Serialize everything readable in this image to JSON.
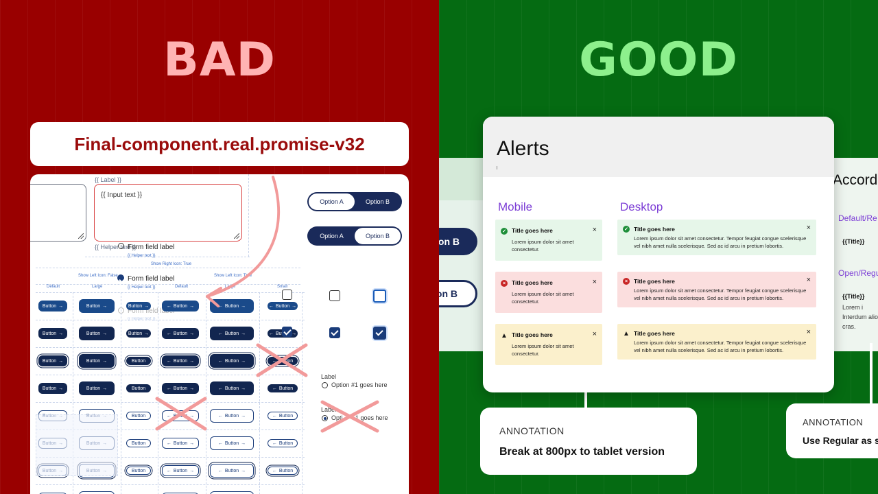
{
  "left": {
    "heading": "BAD",
    "filename": "Final-component.real.promise-v32",
    "label_tag": "{{ Label }}",
    "input_placeholder": "{{ Input text }}",
    "helper": "{{ Helper text }}",
    "form_field_label": "Form field label",
    "helper_small": "{{ Helper text }}",
    "show_right_icon": "Show Right Icon: True",
    "show_left_false": "Show Left Icon: False",
    "show_left_true": "Show Left Icon: True",
    "col_headers": [
      "Default",
      "Large",
      "Default",
      "Large",
      "Small"
    ],
    "segment_a": "Option A",
    "segment_b": "Option B",
    "radio_label": "Label",
    "radio_option": "Option #1 goes here",
    "radio_option_partial": "Opti",
    "radio_option_tail": "1 goes here",
    "button_label": "Button",
    "arrow_right": "→",
    "arrow_left": "←"
  },
  "right": {
    "heading": "GOOD",
    "card_title": "Alerts",
    "mobile_title": "Mobile",
    "desktop_title": "Desktop",
    "alert_title": "Title goes here",
    "mobile_body": "Lorem ipsum dolor sit amet consectetur.",
    "desktop_body": "Lorem ipsum dolor sit amet consectetur. Tempor feugiat congue scelerisque vel nibh amet nulla scelerisque. Sed ac id arcu in pretium lobortis.",
    "close": "×",
    "icon_success": "✓",
    "icon_error": "×",
    "icon_warning": "▲",
    "annotation_label": "ANNOTATION",
    "annotation_1": "Break at 800px to tablet version",
    "annotation_2": "Use Regular as st",
    "bg_pill": "on B",
    "accordion_title": "Accord",
    "accordion_sub1": "Default/Re",
    "accordion_sub2": "Open/Regu",
    "accordion_tmpl": "{{Title}}",
    "accordion_body": [
      "Lorem i",
      "Interdum alio",
      "cras."
    ]
  },
  "colors": {
    "bad_bg": "#990000",
    "good_bg": "#056b12",
    "bad_heading": "#ffb3b3",
    "good_heading": "#8df08d",
    "accent_purple": "#7d3fd6",
    "cross_pink": "#f29a9a"
  }
}
